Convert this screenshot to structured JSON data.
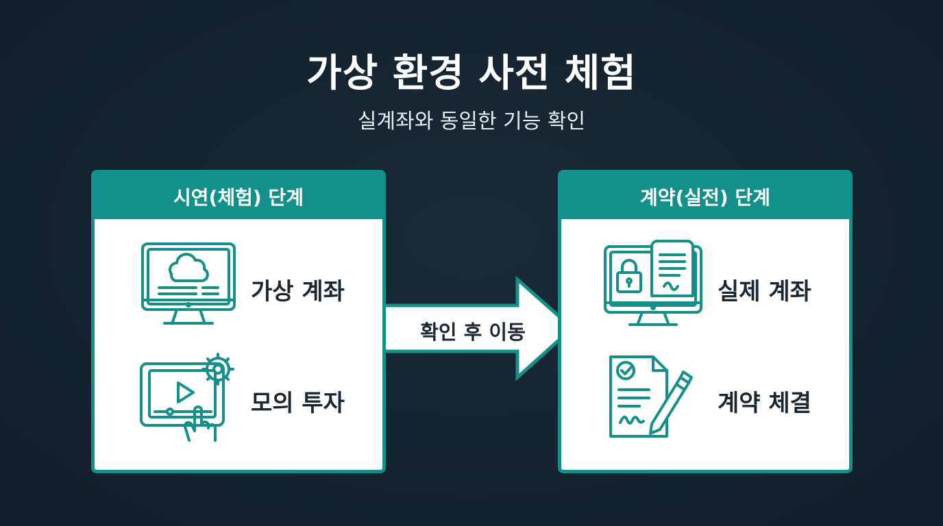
{
  "title": "가상 환경 사전 체험",
  "subtitle": "실계좌와 동일한 기능 확인",
  "colors": {
    "background": "#15222f",
    "accent": "#13908a",
    "text_dark": "#1a2630"
  },
  "left_panel": {
    "header": "시연(체험) 단계",
    "items": [
      {
        "label": "가상 계좌",
        "icon": "monitor-cloud-icon"
      },
      {
        "label": "모의 투자",
        "icon": "tablet-video-gear-icon"
      }
    ]
  },
  "right_panel": {
    "header": "계약(실전) 단계",
    "items": [
      {
        "label": "실제 계좌",
        "icon": "monitor-lock-document-icon"
      },
      {
        "label": "계약 체결",
        "icon": "contract-pen-icon"
      }
    ]
  },
  "arrow": {
    "label": "확인 후 이동"
  }
}
